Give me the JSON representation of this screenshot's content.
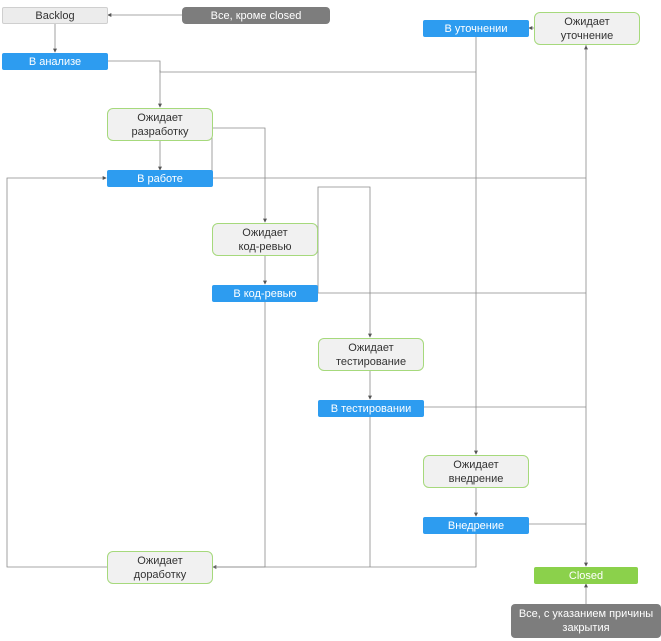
{
  "nodes": {
    "backlog": "Backlog",
    "all_except_closed": "Все, кроме closed",
    "in_clarification": "В уточнении",
    "awaiting_clarification": "Ожидает\nуточнение",
    "in_analysis": "В анализе",
    "awaiting_development": "Ожидает\nразработку",
    "in_progress": "В работе",
    "awaiting_code_review": "Ожидает\nкод-ревью",
    "in_code_review": "В код-ревью",
    "awaiting_testing": "Ожидает\nтестирование",
    "in_testing": "В тестировании",
    "awaiting_deployment": "Ожидает\nвнедрение",
    "deployment": "Внедрение",
    "awaiting_rework": "Ожидает\nдоработку",
    "closed": "Closed",
    "all_with_reason": "Все, с указанием причины\nзакрытия"
  },
  "colors": {
    "status_blue": "#2d9cf0",
    "waiting_border": "#a6d97c",
    "closed_green": "#8bd14b",
    "global_gray": "#7d7d7d",
    "edge": "#8a8a8a"
  }
}
